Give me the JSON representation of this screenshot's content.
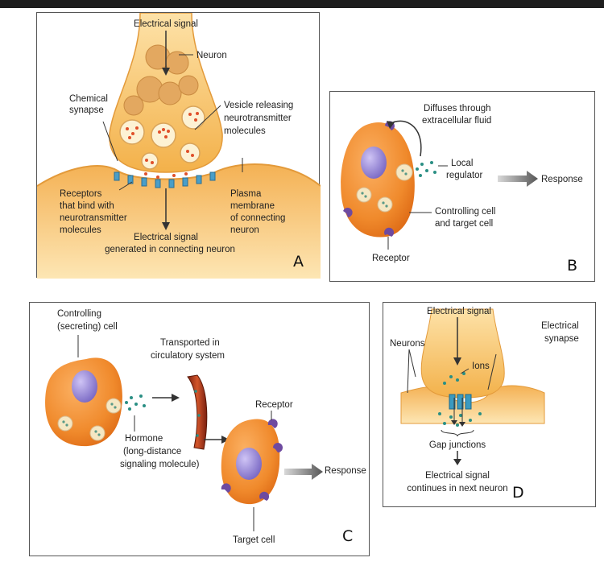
{
  "panel_a": {
    "letter": "A",
    "electrical_signal": "Electrical signal",
    "neuron": "Neuron",
    "chemical_synapse": [
      "Chemical",
      "synapse"
    ],
    "vesicle_label": [
      "Vesicle releasing",
      "neurotransmitter",
      "molecules"
    ],
    "receptors_label": [
      "Receptors",
      "that bind with",
      "neurotransmitter",
      "molecules"
    ],
    "plasma_label": [
      "Plasma",
      "membrane",
      "of connecting",
      "neuron"
    ],
    "generated_label": [
      "Electrical signal",
      "generated in connecting neuron"
    ]
  },
  "panel_b": {
    "letter": "B",
    "diffuses": [
      "Diffuses through",
      "extracellular fluid"
    ],
    "local_regulator": [
      "Local",
      "regulator"
    ],
    "response": "Response",
    "controlling_cell": [
      "Controlling cell",
      "and target cell"
    ],
    "receptor": "Receptor"
  },
  "panel_c": {
    "letter": "C",
    "controlling": [
      "Controlling",
      "(secreting) cell"
    ],
    "transported": [
      "Transported in",
      "circulatory system"
    ],
    "hormone": [
      "Hormone",
      "(long-distance",
      "signaling molecule)"
    ],
    "receptor": "Receptor",
    "response": "Response",
    "target_cell": "Target cell"
  },
  "panel_d": {
    "letter": "D",
    "electrical_signal": "Electrical signal",
    "neurons": "Neurons",
    "electrical_synapse": [
      "Electrical",
      "synapse"
    ],
    "ions": "Ions",
    "gap_junctions": "Gap junctions",
    "continues": [
      "Electrical signal",
      "continues in next neuron"
    ]
  },
  "colors": {
    "cell_orange": "#f08a2c",
    "neuron_gold": "#f5b557",
    "nucleus_purple": "#8f7fd0",
    "receptor_purple": "#6e4aa0",
    "teal_dots": "#2a8f84",
    "channel_blue": "#3a9ac0",
    "vessel_red": "#b53a1c"
  }
}
